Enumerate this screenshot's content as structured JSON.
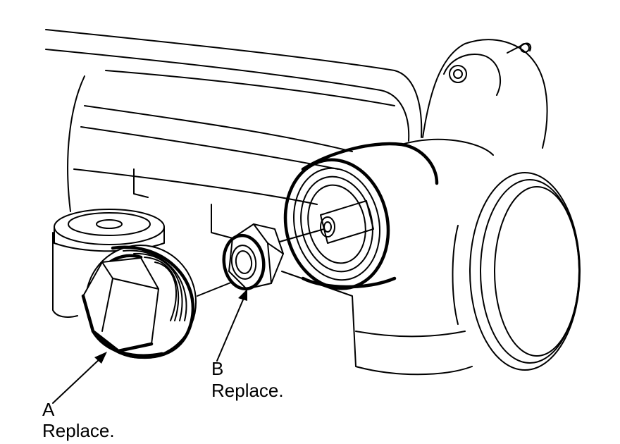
{
  "callouts": {
    "a": {
      "letter": "A",
      "note": "Replace."
    },
    "b": {
      "letter": "B",
      "note": "Replace."
    }
  }
}
